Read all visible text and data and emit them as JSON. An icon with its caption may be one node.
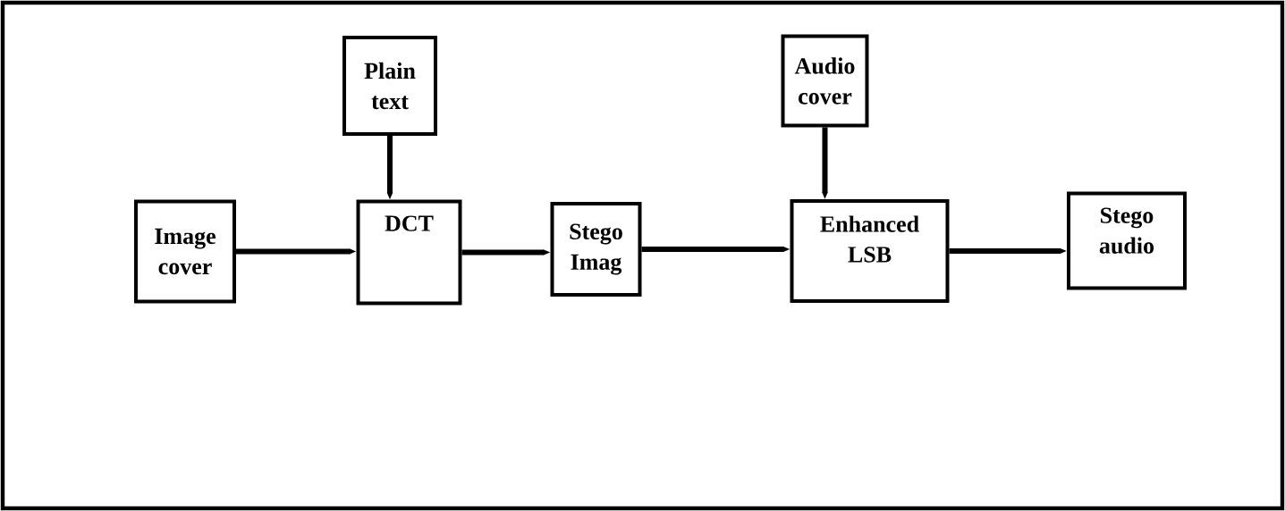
{
  "diagram": {
    "nodes": [
      {
        "text": [
          "Plain text"
        ]
      },
      {
        "text": [
          "Audio cover"
        ]
      },
      {
        "text": [
          "Image cover"
        ]
      },
      {
        "text": [
          "DCT"
        ]
      },
      {
        "text": [
          "Stego Imag"
        ]
      },
      {
        "text": [
          "Enhanced LSB"
        ]
      },
      {
        "text": [
          "Stego audio"
        ]
      }
    ],
    "edges": [
      {
        "from": 0,
        "to": 3,
        "arrow": "to"
      },
      {
        "from": 1,
        "to": 5,
        "arrow": "to"
      },
      {
        "from": 2,
        "to": 3,
        "arrow": "to"
      },
      {
        "from": 3,
        "to": 4,
        "arrow": "to"
      },
      {
        "from": 4,
        "to": 5,
        "arrow": "to"
      },
      {
        "from": 5,
        "to": 6,
        "arrow": "to"
      }
    ]
  }
}
